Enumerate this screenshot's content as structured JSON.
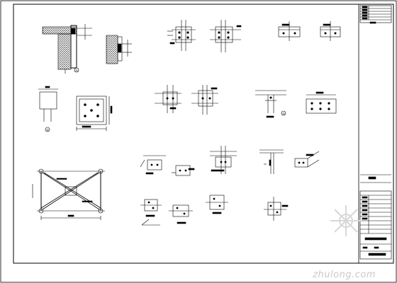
{
  "drawing": {
    "detail_markers": [
      "①",
      "②",
      "③"
    ],
    "watermark": "zhulong.com"
  }
}
